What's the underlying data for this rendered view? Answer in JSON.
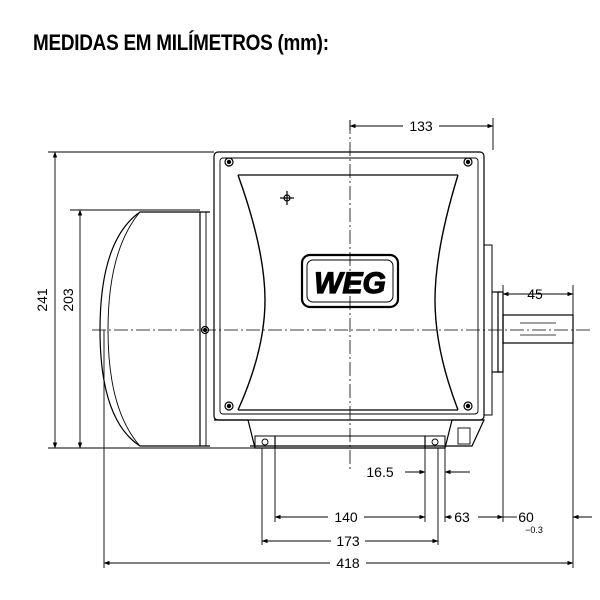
{
  "title": "MEDIDAS EM MILÍMETROS (mm):",
  "logo_text": "WEG",
  "dimensions": {
    "top_width": "133",
    "overall_height": "241",
    "body_height": "203",
    "shaft_length": "45",
    "foot_hole_offset": "16.5",
    "foot_spacing": "140",
    "foot_to_shaft": "63",
    "shaft_diameter": "60",
    "shaft_diameter_tolerance": "−0.3",
    "base_width": "173",
    "overall_length": "418"
  },
  "colors": {
    "line": "#000000",
    "background": "#ffffff"
  }
}
